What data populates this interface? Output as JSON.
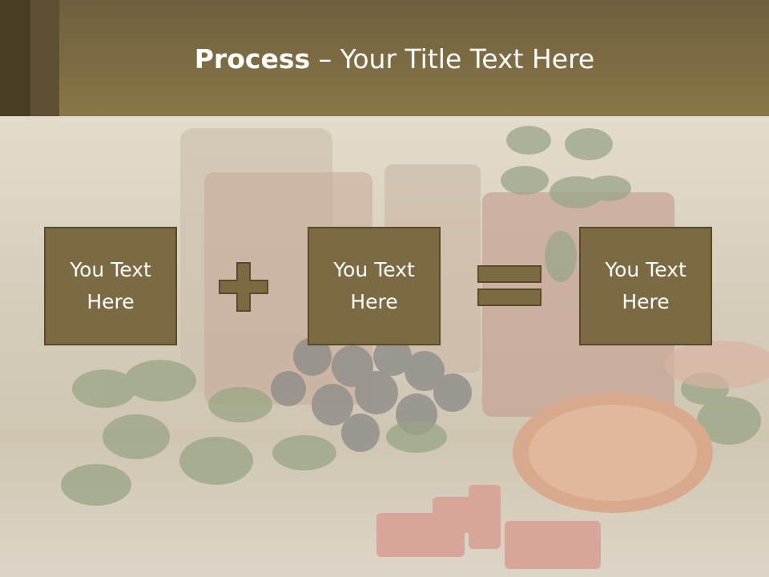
{
  "slide": {
    "title_bold": "Process",
    "title_dash": " – ",
    "title_rest": "Your Title Text Here"
  },
  "boxes": [
    {
      "line1": "You Text",
      "line2": "Here"
    },
    {
      "line1": "You Text",
      "line2": "Here"
    },
    {
      "line1": "You Text",
      "line2": "Here"
    }
  ],
  "operators": {
    "first": "plus-icon",
    "second": "equals-icon"
  },
  "colors": {
    "header": "#8a7747",
    "box_fill": "#7c6a42",
    "box_border": "#5a4a2c",
    "operator": "#7c6a42"
  }
}
